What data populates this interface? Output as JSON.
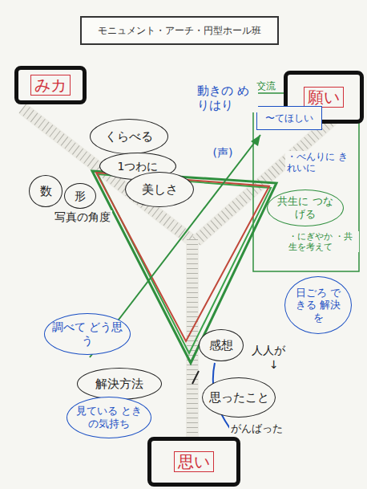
{
  "diagram": {
    "title": "モニュメント・アーチ・円型ホール班",
    "nodes": [
      {
        "text": [
          "みカ"
        ]
      },
      {
        "text": [
          "願い"
        ]
      },
      {
        "text": [
          "くらべる"
        ]
      },
      {
        "text": [
          "1つわに"
        ]
      },
      {
        "text": [
          "数"
        ]
      },
      {
        "text": [
          "形"
        ]
      },
      {
        "text": [
          "美しさ"
        ]
      },
      {
        "text": [
          "(声)"
        ]
      },
      {
        "text": [
          "交流"
        ]
      },
      {
        "text": [
          "〜てほしい"
        ],
        "in": 8
      },
      {
        "text": [
          "共生に つなげる"
        ],
        "in": 8
      },
      {
        "text": [
          "日ごろ できる 解決を"
        ]
      },
      {
        "text": [
          "調べて どう思う"
        ]
      },
      {
        "text": [
          "感想"
        ]
      },
      {
        "text": [
          "解決方法"
        ]
      },
      {
        "text": [
          "見ている ときの気持ち"
        ]
      },
      {
        "text": [
          "思ったこと"
        ]
      },
      {
        "text": [
          "思い"
        ]
      }
    ],
    "labels": [
      "動きの めりはり",
      "写真の角度",
      "・べんりに きれいに",
      "・にぎやか ・共生を考えて",
      "人人が",
      "↓",
      "がんばった"
    ]
  }
}
